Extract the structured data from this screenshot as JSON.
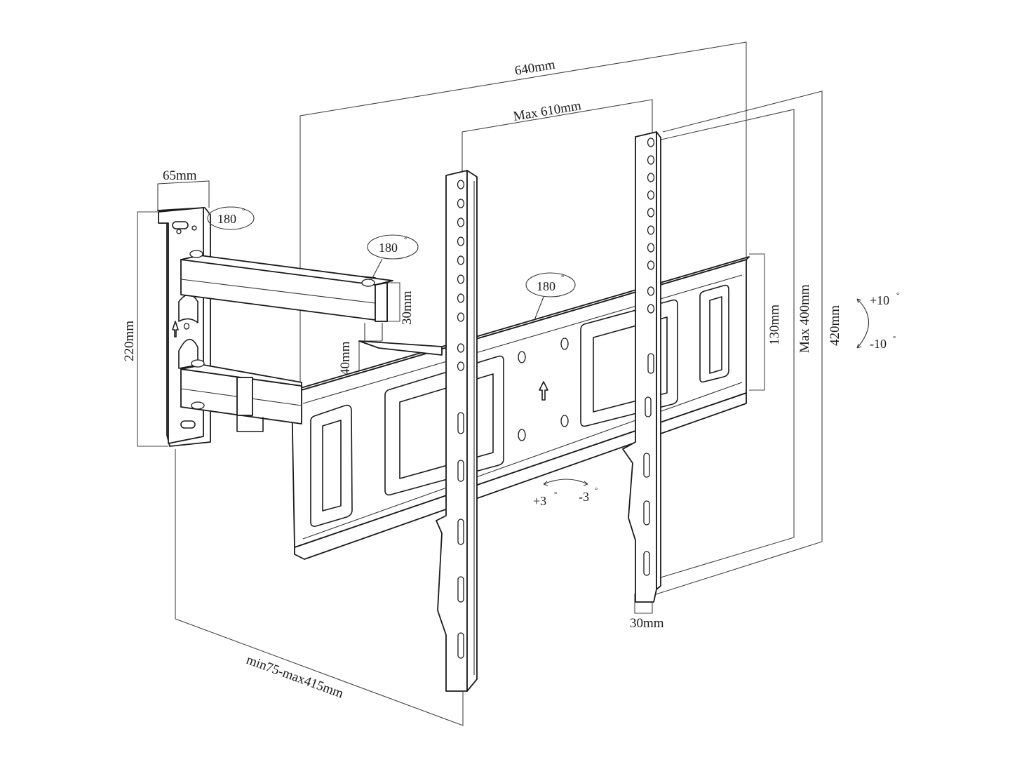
{
  "dimensions": {
    "total_width": "640mm",
    "max_vesa_width": "Max 610mm",
    "wall_plate_width": "65mm",
    "wall_plate_height": "220mm",
    "arm_thickness": "30mm",
    "lower_arm": "40mm",
    "plate_height": "130mm",
    "max_vesa_height": "Max 400mm",
    "total_height": "420mm",
    "rail_width": "30mm",
    "extension": "min75-max415mm"
  },
  "rotations": {
    "wall_swivel": "180",
    "arm_swivel": "180",
    "plate_swivel": "180",
    "tilt_up": "+10",
    "tilt_down": "-10",
    "level_plus": "+3",
    "level_minus": "-3",
    "degree_symbol": "°"
  }
}
